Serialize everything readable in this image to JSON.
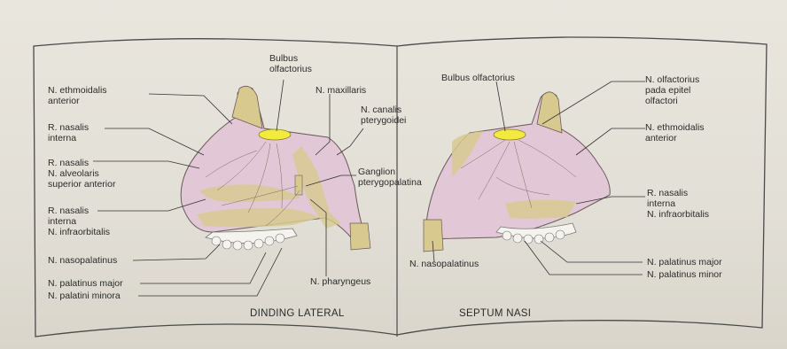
{
  "left_panel": {
    "caption": "DINDING LATERAL",
    "labels": {
      "bulbus": [
        "Bulbus",
        "olfactorius"
      ],
      "n_ethmoidalis_anterior": [
        "N. ethmoidalis",
        "anterior"
      ],
      "r_nasalis_interna_1": [
        "R. nasalis",
        "interna"
      ],
      "r_nasalis_alveolaris": [
        "R. nasalis",
        "N. alveolaris",
        "superior anterior"
      ],
      "r_nasalis_infraorbitalis": [
        "R. nasalis",
        "interna",
        "N. infraorbitalis"
      ],
      "n_maxillaris": "N. maxillaris",
      "n_canalis": [
        "N. canalis",
        "pterygoidei"
      ],
      "ganglion": [
        "Ganglion",
        "pterygopalatina"
      ],
      "n_nasopalatinus": "N. nasopalatinus",
      "n_palatinus_major": "N. palatinus major",
      "n_palatini_minora": "N. palatini minora",
      "n_pharyngeus": "N. pharyngeus"
    }
  },
  "right_panel": {
    "caption": "SEPTUM NASI",
    "labels": {
      "bulbus": "Bulbus olfactorius",
      "n_olfactorius": [
        "N. olfactorius",
        "pada epitel",
        "olfactori"
      ],
      "n_ethmoidalis_anterior": [
        "N. ethmoidalis",
        "anterior"
      ],
      "r_nasalis_infraorbitalis": [
        "R. nasalis",
        "interna",
        "N. infraorbitalis"
      ],
      "n_nasopalatinus": "N. nasopalatinus",
      "n_palatinus_major": "N. palatinus major",
      "n_palatinus_minor": "N. palatinus minor"
    }
  },
  "colors": {
    "paper": "#e6e3da",
    "mucosa": "#e2c8d6",
    "bone": "#d8c98f",
    "bulb": "#f2ea3c",
    "line": "#333333"
  }
}
